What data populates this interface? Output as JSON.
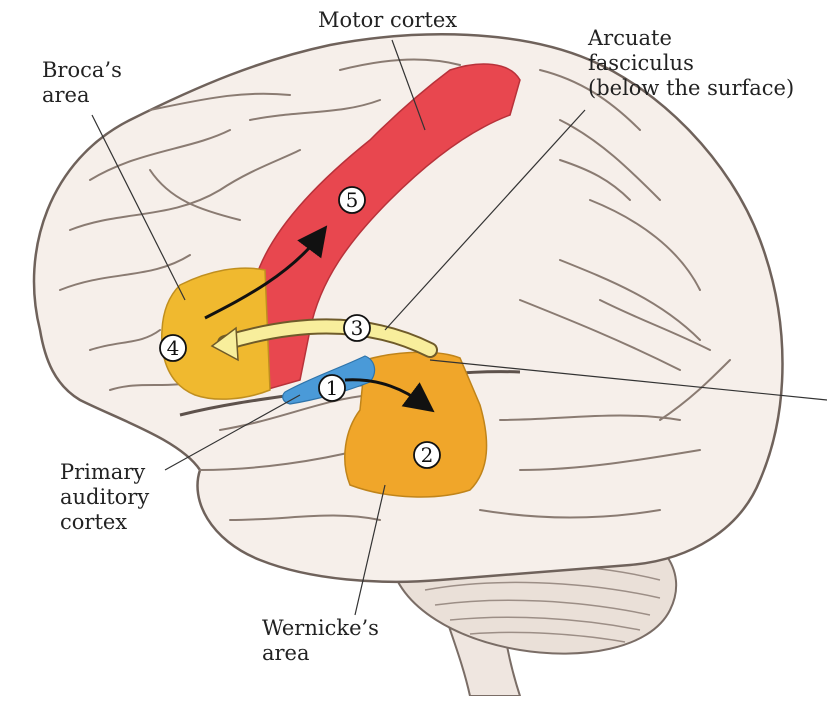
{
  "labels": {
    "motor_cortex": "Motor cortex",
    "brocas_area": [
      "Broca’s",
      "area"
    ],
    "arcuate_fasciculus": [
      "Arcuate",
      "fasciculus",
      "(below the surface)"
    ],
    "primary_auditory_cortex": [
      "Primary",
      "auditory",
      "cortex"
    ],
    "wernickes_area": [
      "Wernicke’s",
      "area"
    ]
  },
  "steps": [
    "1",
    "2",
    "3",
    "4",
    "5"
  ],
  "colors": {
    "motor_cortex": "#e8474f",
    "brocas_area": "#f0b92f",
    "wernickes_area": "#f0a62a",
    "primary_auditory_cortex": "#4a9ad8",
    "arcuate_fasciculus": "#f8ee9c",
    "brain_tissue": "#f6efea",
    "sulci_lines": "#8a7b72"
  }
}
